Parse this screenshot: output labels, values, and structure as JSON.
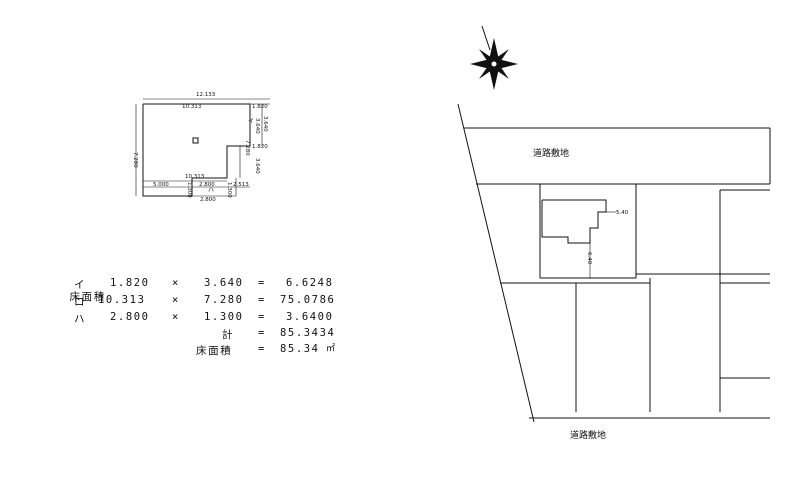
{
  "floor_plan": {
    "dims": {
      "top_total": "12.133",
      "top_left": "10.313",
      "top_right": "1.820",
      "left_height": "7.280",
      "right_inner": "3.640",
      "right_outer": "3.640",
      "right_mid": "7.280",
      "right_small_bottom": "1.820",
      "right_lower": "3.640",
      "bottom_main": "10.313",
      "bottom_left": "5.000",
      "bottom_center": "2.800",
      "bottom_right": "2.513",
      "notch_left": "1.300",
      "notch_right": "1.300",
      "notch_bottom": "2.800"
    },
    "labels": {
      "i": "イ",
      "ro": "ロ",
      "ha": "ハ"
    }
  },
  "calculation": {
    "rows": [
      {
        "title": "床面積",
        "key": "イ",
        "a": "1.820",
        "op": "×",
        "b": "3.640",
        "eq": "=",
        "result": "6.6248"
      },
      {
        "title": "",
        "key": "ロ",
        "a": "10.313",
        "op": "×",
        "b": "7.280",
        "eq": "=",
        "result": "75.0786"
      },
      {
        "title": "",
        "key": "ハ",
        "a": "2.800",
        "op": "×",
        "b": "1.300",
        "eq": "=",
        "result": "3.6400"
      }
    ],
    "total": {
      "label": "計",
      "eq": "=",
      "value": "85.3434"
    },
    "floor_area": {
      "label": "床面積",
      "eq": "=",
      "value": "85.34",
      "unit": "㎡"
    }
  },
  "site_map": {
    "road_top": "道路敷地",
    "road_bottom": "道路敷地",
    "offset_right": "5.40",
    "offset_down": "6.40"
  },
  "compass": {
    "icon": "compass-rose-icon"
  }
}
